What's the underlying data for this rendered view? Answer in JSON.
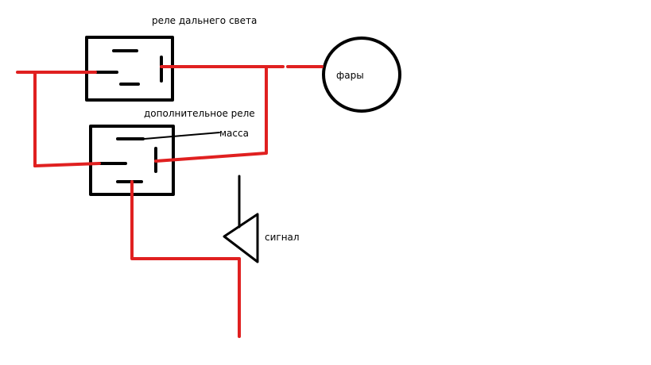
{
  "colors": {
    "wire": "#e02020",
    "outline": "#000000",
    "background": "#ffffff"
  },
  "labels": {
    "relay_high_beam": "реле дальнего света",
    "relay_auxiliary": "дополнительное реле",
    "ground": "масса",
    "headlights": "фары",
    "horn": "сигнал"
  }
}
